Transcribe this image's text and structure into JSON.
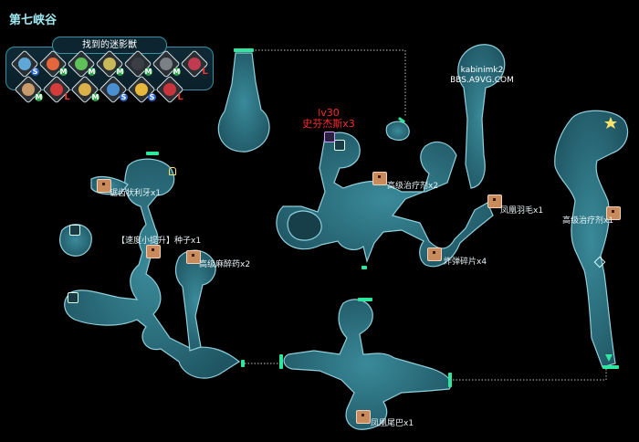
{
  "map": {
    "title": "第七峡谷"
  },
  "panel": {
    "header": "找到的迷影獣",
    "monsters": [
      {
        "badge": "S",
        "color": "#5fa7d6"
      },
      {
        "badge": "M",
        "color": "#e3673a"
      },
      {
        "badge": "M",
        "color": "#5fbf59"
      },
      {
        "badge": "M",
        "color": "#c9b85a"
      },
      {
        "badge": "M",
        "color": "#3b3f45"
      },
      {
        "badge": "M",
        "color": "#7a8086"
      },
      {
        "badge": "L",
        "color": "#c23a4f"
      },
      {
        "badge": "M",
        "color": "#c79b6a"
      },
      {
        "badge": "L",
        "color": "#d43c3c"
      },
      {
        "badge": "M",
        "color": "#d9b04a"
      },
      {
        "badge": "S",
        "color": "#4a8fd1"
      },
      {
        "badge": "S",
        "color": "#e8b83a"
      },
      {
        "badge": "L",
        "color": "#c8343c"
      }
    ]
  },
  "boss": {
    "level": "lv30",
    "name": "史芬杰斯x3"
  },
  "watermark": {
    "line1": "kabinimk2",
    "line2": "BBS.A9VG.COM"
  },
  "items": [
    {
      "label": "锯齿状利牙x1"
    },
    {
      "label": "【速度小提升】种子x1"
    },
    {
      "label": "高级麻醉药x2"
    },
    {
      "label": "高级治疗剂x2"
    },
    {
      "label": "凤凰羽毛x1"
    },
    {
      "label": "炸弹碎片x4"
    },
    {
      "label": "高级治疗剂x1"
    },
    {
      "label": "凤凰尾巴x1"
    }
  ],
  "colors": {
    "cave": "#2b6f80",
    "cave_edge": "#8fd0dc",
    "door": "#2ee6a0",
    "boss_text": "#ff2a2a"
  }
}
